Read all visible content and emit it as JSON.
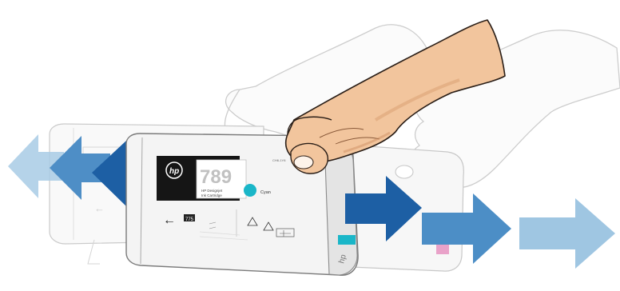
{
  "illustration": {
    "cartridge_label": {
      "logo_text": "hp",
      "model_number": "789",
      "product_line": "HP Designjet",
      "product_type": "Ink Cartridge",
      "color_name": "Cyan",
      "barcode_id": "CH6-1Y8",
      "volume_badge": "775"
    },
    "colors": {
      "cyan": "#1ab6c8",
      "magenta": "#e8a0c8",
      "arrow_dark": "#1d5fa4",
      "arrow_mid": "#4c8ec6",
      "arrow_light": "#9fc6e2",
      "hand_skin": "#f0c39a",
      "ghost_outline": "#cfcfcf"
    },
    "icons": [
      "arrow-left-icon",
      "arrow-right-icon",
      "hand-icon",
      "warning-triangle-icon",
      "recycle-icon"
    ]
  }
}
